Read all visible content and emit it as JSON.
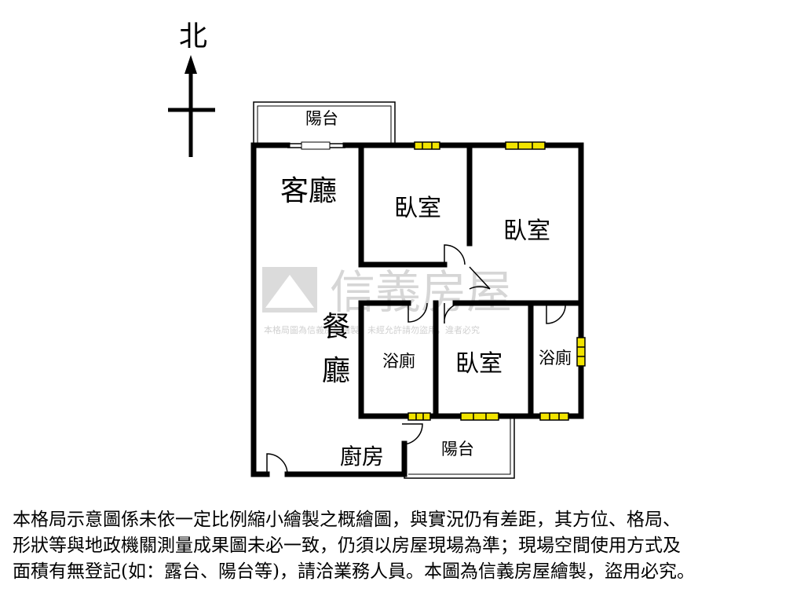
{
  "compass": {
    "north_label": "北"
  },
  "rooms": {
    "balcony_top": "陽台",
    "living_room": "客廳",
    "bedroom_1": "臥室",
    "bedroom_2": "臥室",
    "dining_line1": "餐",
    "dining_line2": "廳",
    "bathroom_1": "浴廁",
    "bedroom_3": "臥室",
    "bathroom_2": "浴廁",
    "kitchen": "廚房",
    "balcony_bottom": "陽台"
  },
  "watermark": {
    "brand": "信義房屋",
    "notice": "本格局圖為信義房屋繪製，未經允許請勿盜用，違者必究"
  },
  "disclaimer": {
    "line1": "本格局示意圖係未依一定比例縮小繪製之概繪圖，與實況仍有差距，其方位、格局、",
    "line2": "形狀等與地政機關測量成果圖未必一致，仍須以房屋現場為準；現場空間使用方式及",
    "line3": "面積有無登記(如：露台、陽台等)，請洽業務人員。本圖為信義房屋繪製，盜用必究。"
  },
  "colors": {
    "wall": "#000000",
    "window_fill": "#f2e400",
    "watermark": "#c8c8c8"
  }
}
